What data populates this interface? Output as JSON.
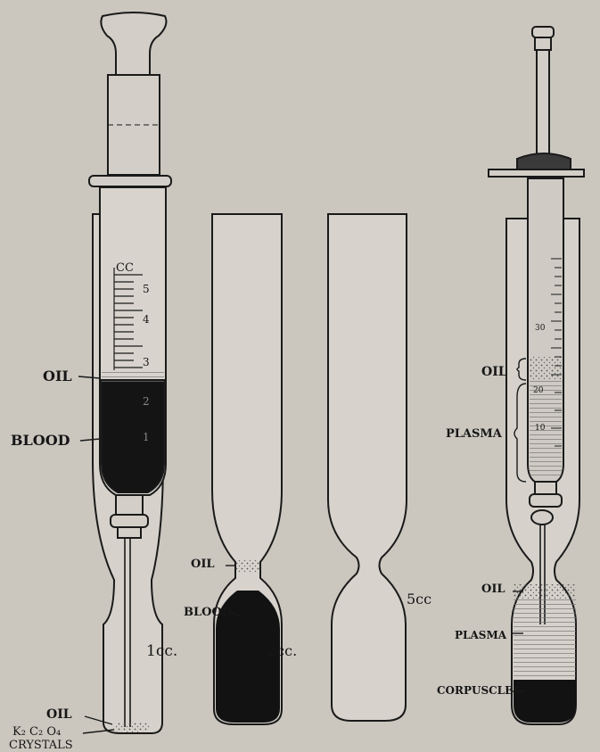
{
  "labels": {
    "left_oil_top": "OIL",
    "left_blood": "BLOOD",
    "left_oil_bottom": "OIL",
    "left_k2c2o4": "K₂ C₂ O₄",
    "left_crystals": "CRYSTALS",
    "left_volume": "1cc.",
    "tube2_oil": "OIL",
    "tube2_blood": "BLOOD",
    "tube2_volume": "2cc.",
    "tube3_volume": "5cc",
    "right_oil_top": "OIL",
    "right_plasma_top": "PLASMA",
    "right_oil_bottom": "OIL",
    "right_plasma_bottom": "PLASMA",
    "right_corpuscles": "CORPUSCLES"
  },
  "syringe_scale": {
    "top": "CC",
    "marks": [
      "5",
      "4",
      "3",
      "2",
      "1"
    ]
  },
  "right_scale": {
    "marks": [
      "30",
      "20",
      "10"
    ]
  },
  "colors": {
    "background": "#cbc7bf",
    "ink": "#161616",
    "blood": "#151515",
    "plasma": "#d2cfc8"
  }
}
